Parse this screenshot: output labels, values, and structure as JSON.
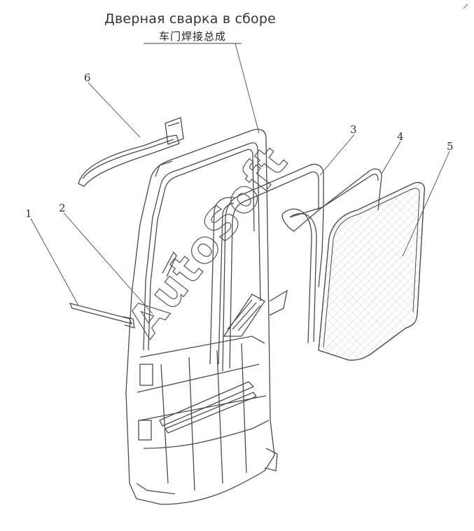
{
  "title": {
    "ru": "Дверная сварка в сборе",
    "cn": "车门焊接总成"
  },
  "callouts": [
    "1",
    "2",
    "3",
    "4",
    "5",
    "6"
  ],
  "watermark": "AutoSoft",
  "colors": {
    "line": "#4a4a4a",
    "glass_hatch": "#b5b5b5",
    "watermark_stroke": "#555555"
  }
}
